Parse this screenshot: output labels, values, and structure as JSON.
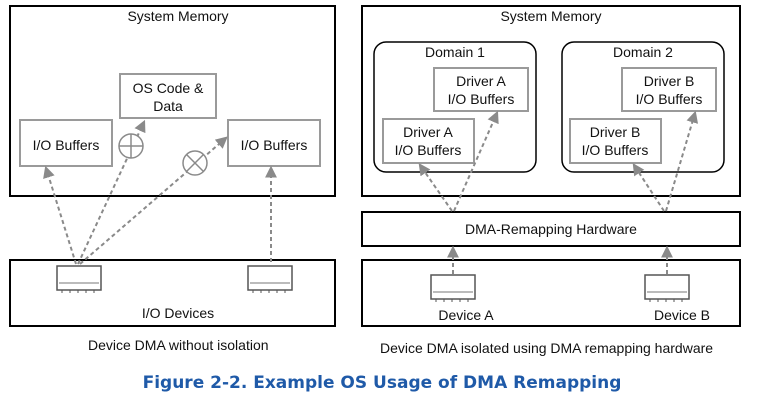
{
  "left": {
    "memory_label": "System Memory",
    "os_code": [
      "OS Code &",
      "Data"
    ],
    "buffer_left": "I/O Buffers",
    "buffer_right": "I/O Buffers",
    "devices_label": "I/O Devices",
    "caption": "Device DMA without isolation"
  },
  "right": {
    "memory_label": "System Memory",
    "domain1": {
      "title": "Domain 1",
      "upper": [
        "Driver A",
        "I/O Buffers"
      ],
      "lower": [
        "Driver A",
        "I/O Buffers"
      ]
    },
    "domain2": {
      "title": "Domain 2",
      "upper": [
        "Driver B",
        "I/O Buffers"
      ],
      "lower": [
        "Driver B",
        "I/O Buffers"
      ]
    },
    "remap_label": "DMA-Remapping Hardware",
    "device_a": "Device A",
    "device_b": "Device B",
    "caption": "Device DMA isolated using DMA remapping hardware"
  },
  "figure": {
    "title": "Figure 2-2.  Example OS Usage of DMA Remapping",
    "title_color": "#1f5aa8"
  },
  "colors": {
    "outline": "#000000",
    "box_gray": "#9a9a9a",
    "arrow_gray": "#8a8a8a"
  }
}
